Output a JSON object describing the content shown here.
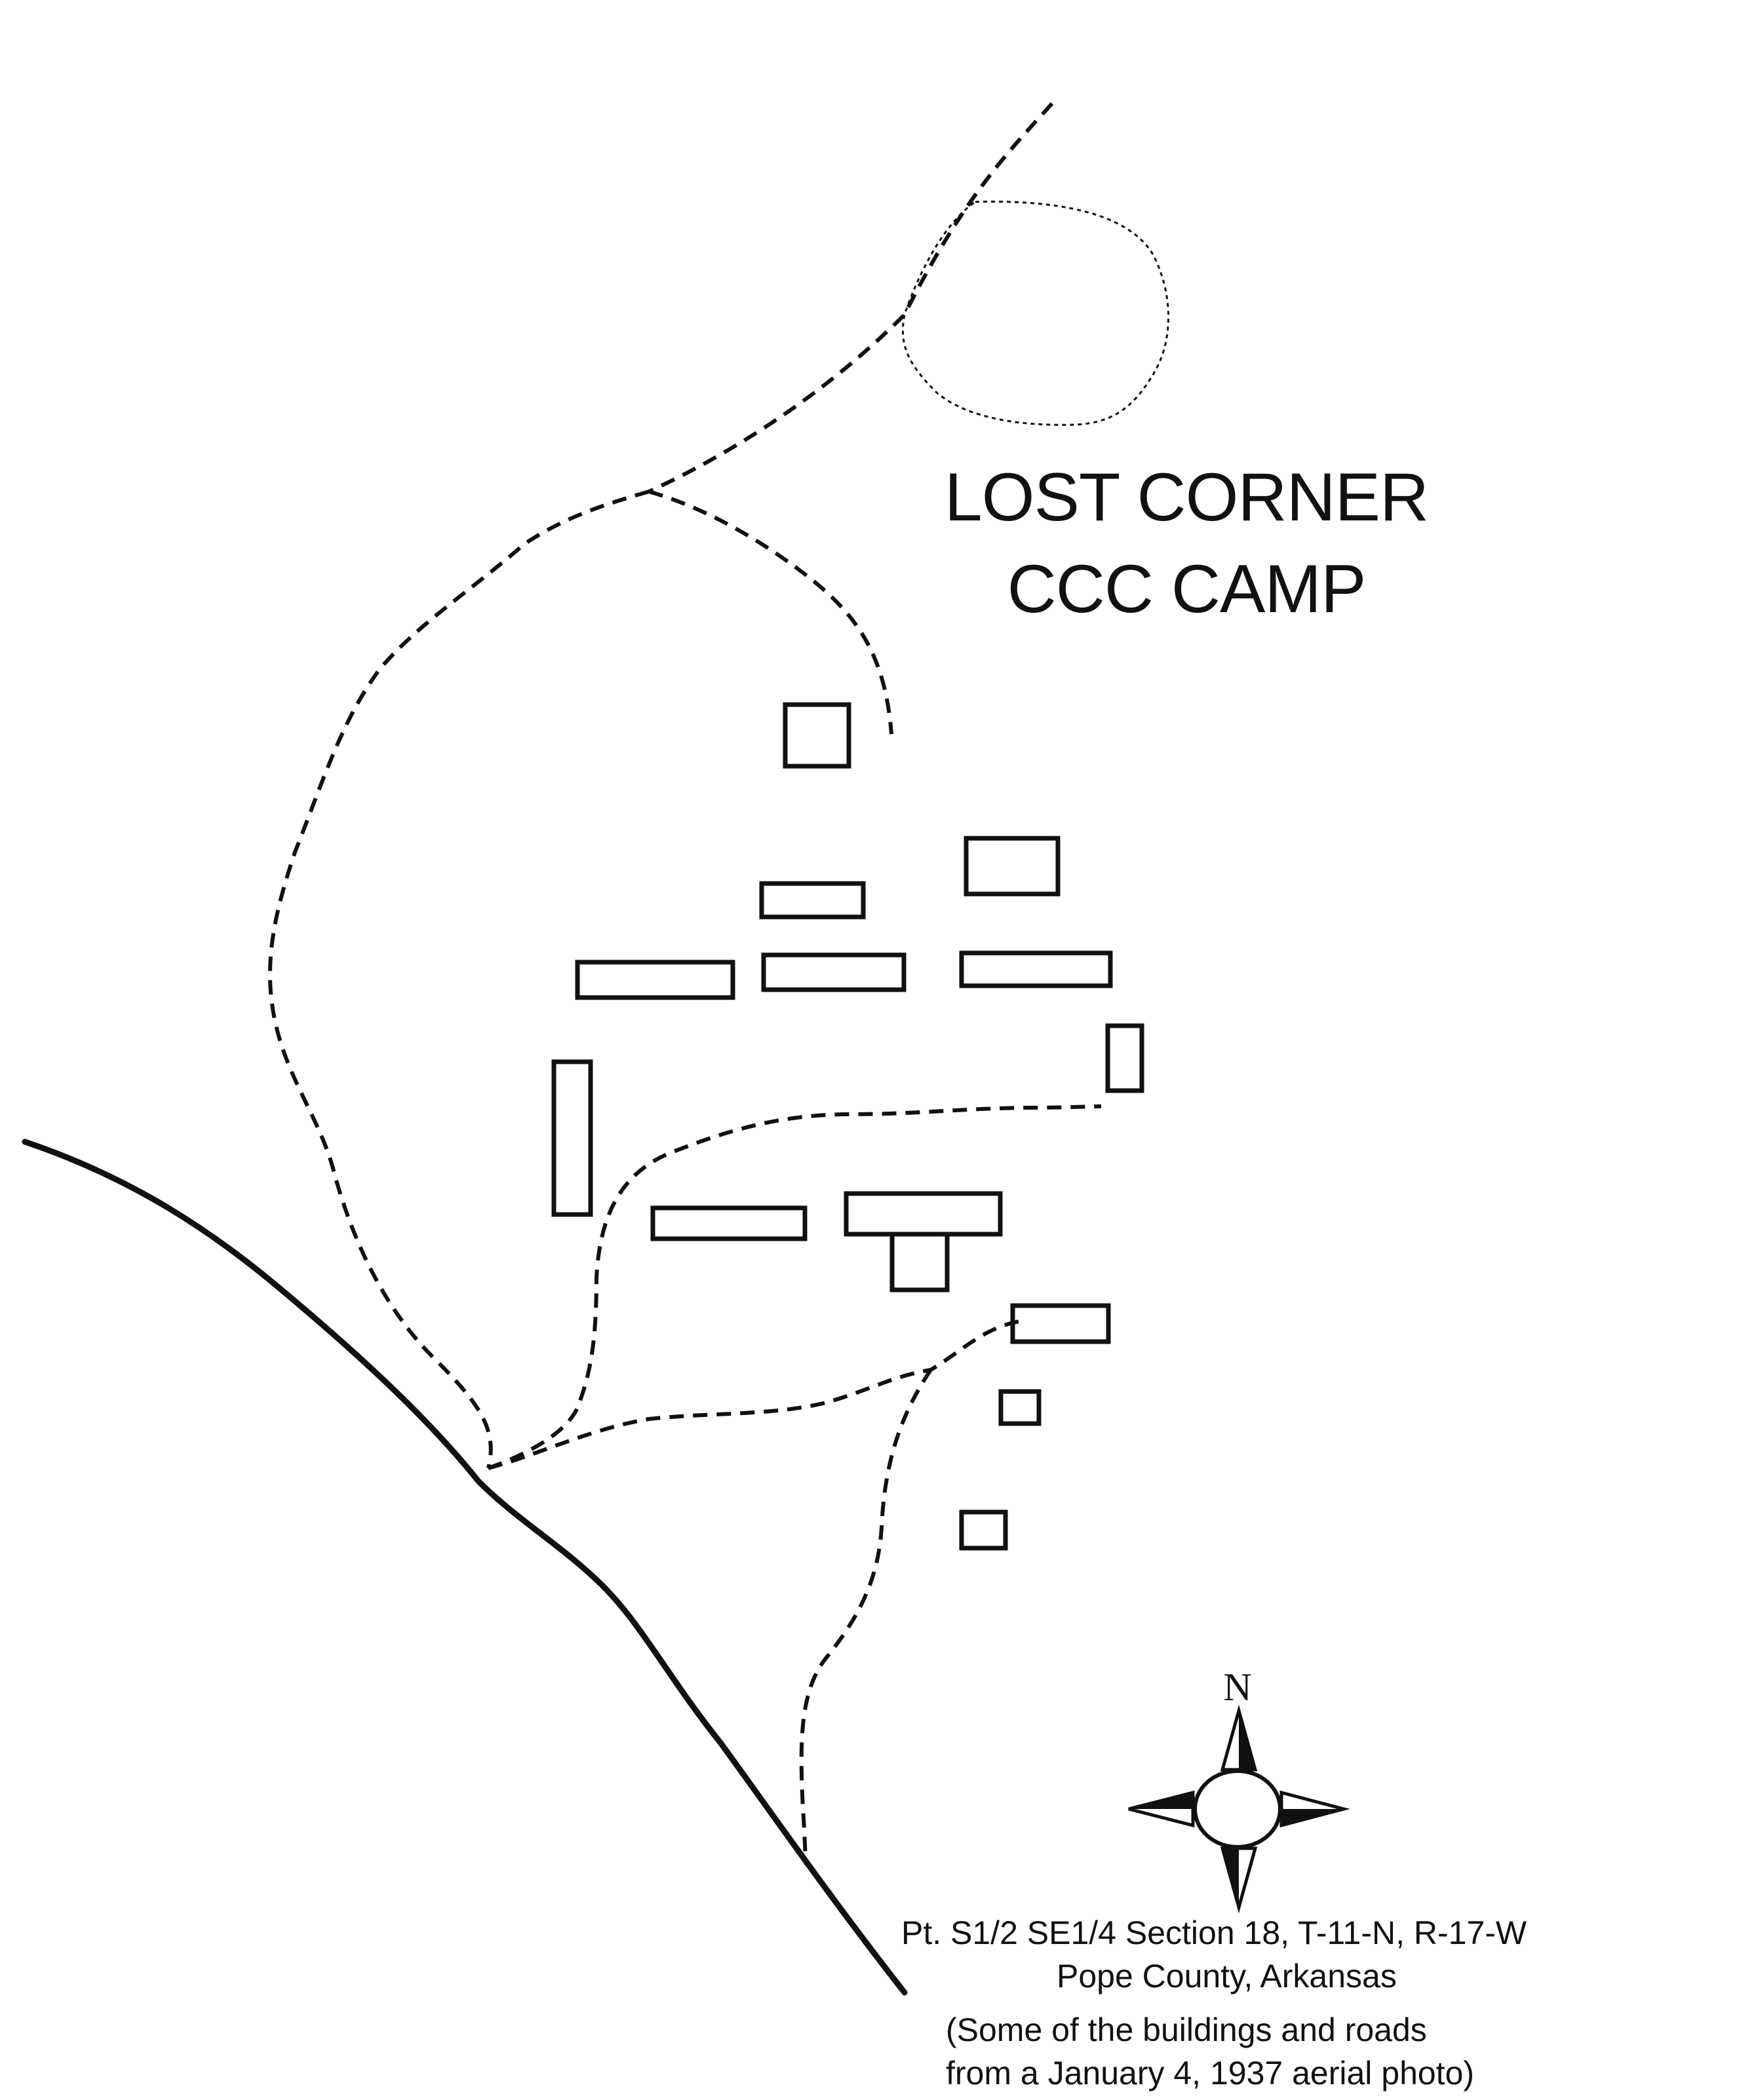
{
  "map": {
    "title_line1": "LOST CORNER",
    "title_line2": "CCC CAMP",
    "legal_description": "Pt.  S1/2 SE1/4 Section 18, T-11-N, R-17-W",
    "county": "Pope County, Arkansas",
    "note_line1": "(Some of the buildings and roads",
    "note_line2": "from a January 4, 1937 aerial photo)",
    "north_label": "N",
    "ink_color": "#111111",
    "background_color": "#ffffff"
  }
}
